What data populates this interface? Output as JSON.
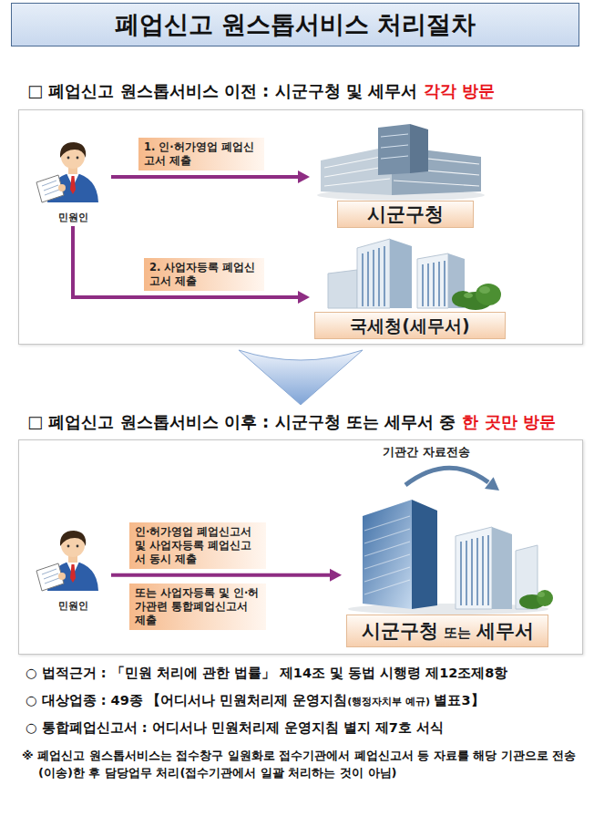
{
  "diagram": {
    "title": "폐업신고 원스톱서비스 처리절차",
    "nodes": [
      {
        "text": [
          "□ 폐업신고 원스톱서비스 이전 : 시군구청 및 세무서",
          "각각 방문"
        ]
      },
      {
        "text": [
          "민원인"
        ],
        "in": 0
      },
      {
        "text": [
          "시군구청"
        ],
        "in": 0
      },
      {
        "text": [
          "국세청(세무서)"
        ],
        "in": 0
      },
      {
        "text": [
          "□ 폐업신고 원스톱서비스 이후 : 시군구청 또는 세무서 중",
          "한 곳만 방문"
        ]
      },
      {
        "text": [
          "민원인"
        ],
        "in": 4
      },
      {
        "text": [
          "시군구청",
          "또는",
          "세무서"
        ],
        "in": 4
      }
    ],
    "edges": [
      {
        "from": 1,
        "to": 2,
        "label": "1. 인·허가영업 폐업신고서 제출",
        "arrow": "to"
      },
      {
        "from": 1,
        "to": 3,
        "label": "2. 사업자등록 폐업신고서 제출",
        "arrow": "to"
      },
      {
        "from": 5,
        "to": 6,
        "label": "인·허가영업 폐업신고서 및 사업자등록 폐업신고서 동시 제출",
        "arrow": "to"
      }
    ],
    "labels": [
      "기관간 자료전송",
      "또는 사업자등록 및 인·허가관련 통합폐업신고서 제출",
      "○ 법적근거 : 「민원 처리에 관한 법률」 제14조 및 동법 시행령 제12조제8항",
      "○ 대상업종 : 49종",
      "【어디서나 민원처리제 운영지침",
      "(행정자치부 예규)",
      "별표3】",
      "○ 통합폐업신고서 : 어디서나 민원처리제 운영지침 별지 제7호 서식",
      "※ 폐업신고 원스톱서비스는 접수창구 일원화로 접수기관에서 폐업신고서 등 자료를 해당 기관으로 전송(이송)한 후 담당업무 처리(접수기관에서 일괄 처리하는 것이 아님)"
    ]
  }
}
